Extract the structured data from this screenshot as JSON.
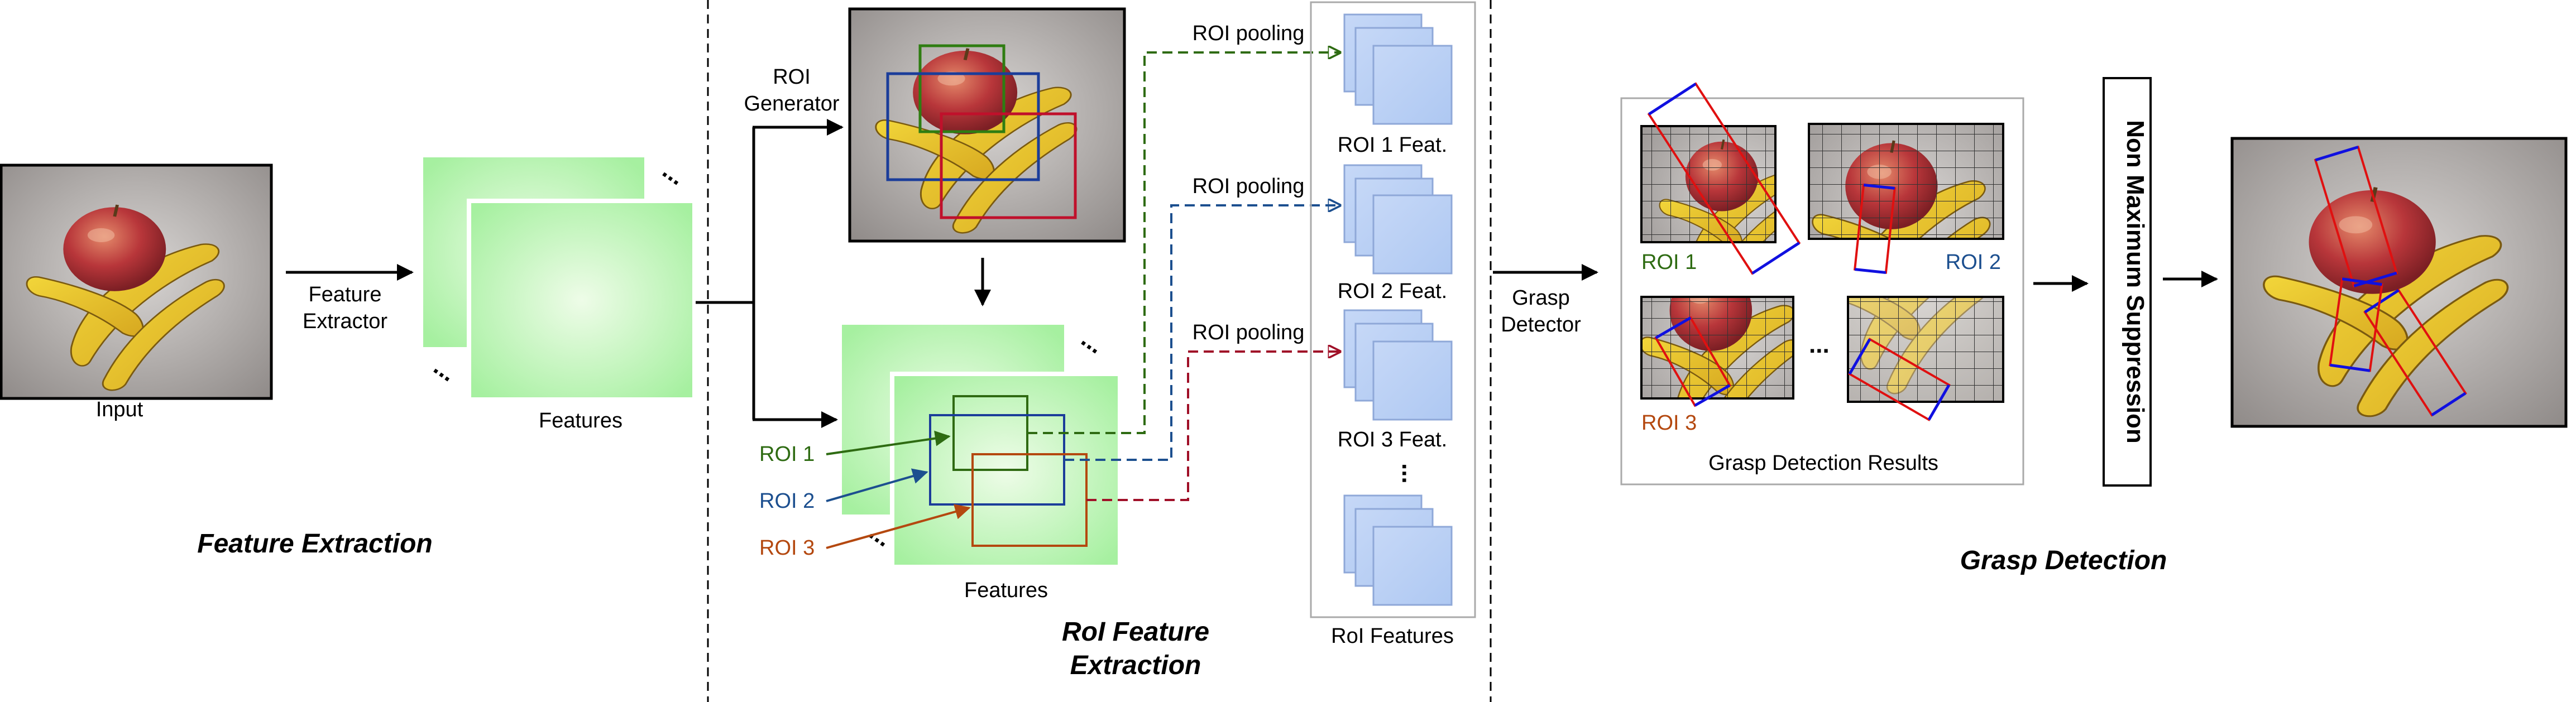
{
  "sections": {
    "feature_extraction": "Feature Extraction",
    "roi_feature_extraction_line1": "RoI Feature",
    "roi_feature_extraction_line2": "Extraction",
    "grasp_detection": "Grasp Detection"
  },
  "labels": {
    "input": "Input",
    "feature_extractor_line1": "Feature",
    "feature_extractor_line2": "Extractor",
    "features_top": "Features",
    "roi_generator_line1": "ROI",
    "roi_generator_line2": "Generator",
    "features_bottom": "Features",
    "roi_features": "RoI Features",
    "grasp_detector_line1": "Grasp",
    "grasp_detector_line2": "Detector",
    "grasp_detection_results": "Grasp Detection Results",
    "nms": "Non Maximum Suppression",
    "ellipsis": "..."
  },
  "rois": [
    {
      "name": "ROI 1",
      "color": "#2e6b12",
      "pooling": "ROI pooling",
      "feat": "ROI 1 Feat."
    },
    {
      "name": "ROI 2",
      "color": "#1c4f8f",
      "pooling": "ROI pooling",
      "feat": "ROI 2 Feat."
    },
    {
      "name": "ROI 3",
      "color": "#b4480f",
      "pooling": "ROI pooling",
      "feat": "ROI 3 Feat."
    }
  ],
  "result_labels": {
    "roi1": "ROI 1",
    "roi2": "ROI 2",
    "roi3": "ROI 3"
  },
  "colors": {
    "roi1": "#2e6b12",
    "roi2": "#1c4f8f",
    "roi3": "#b4480f",
    "box_green": "#2f7d12",
    "box_blue": "#1b3d9a",
    "box_red": "#c0102b",
    "pool1": "#2e6b12",
    "pool2": "#1c4f8f",
    "pool3": "#a01028",
    "grasp_red": "#e01010",
    "grasp_blue": "#1010e0"
  }
}
